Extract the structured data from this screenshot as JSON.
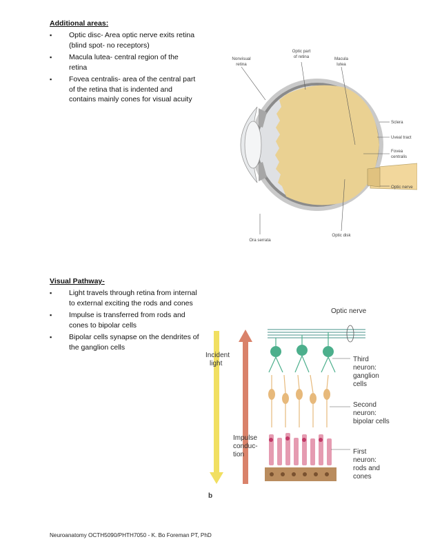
{
  "additional": {
    "title": "Additional areas:",
    "items": [
      {
        "line1": "Optic disc- Area optic nerve exits retina",
        "line2": "(blind spot- no receptors)"
      },
      {
        "line1": "Macula lutea- central region of the",
        "line2": "retina"
      },
      {
        "line1": "Fovea centralis- area of the central part",
        "line2": "of the retina that is indented and",
        "line3": "contains mainly cones for visual acuity"
      }
    ]
  },
  "visual": {
    "title": "Visual Pathway-",
    "items": [
      {
        "line1": "Light travels through retina from internal",
        "line2": "to external exciting the rods and cones"
      },
      {
        "line1": "Impulse is transferred from rods and",
        "line2": "cones to bipolar cells"
      },
      {
        "line1": "Bipolar cells synapse on the dendrites of",
        "line2": "the ganglion cells"
      }
    ]
  },
  "bullet_glyph": "▪",
  "eye_figure": {
    "labels": {
      "nonvisual_1": "Nonvisual",
      "nonvisual_2": "retina",
      "optic_part_1": "Optic part",
      "optic_part_2": "of retina",
      "macula_1": "Macula",
      "macula_2": "lutea",
      "sclera": "Sclera",
      "uveal": "Uveal tract",
      "fovea_1": "Fovea",
      "fovea_2": "centralis",
      "optic_nerve": "Optic nerve",
      "optic_disk": "Optic disk",
      "ora_serrata": "Ora serrata"
    },
    "colors": {
      "retina": "#ead192",
      "sclera": "#c9c9c9",
      "nonvisual": "#dfe1e4",
      "nerve": "#f2d79c"
    }
  },
  "retina_figure": {
    "labels": {
      "optic_nerve": "Optic nerve",
      "incident_1": "Incident",
      "incident_2": "light",
      "impulse_1": "Impulse",
      "impulse_2": "conduc-",
      "impulse_3": "tion",
      "third_1": "Third",
      "third_2": "neuron:",
      "third_3": "ganglion",
      "third_4": "cells",
      "second_1": "Second",
      "second_2": "neuron:",
      "second_3": "bipolar cells",
      "first_1": "First",
      "first_2": "neuron:",
      "first_3": "rods and",
      "first_4": "cones",
      "panel": "b"
    },
    "colors": {
      "ganglion": "#4caf8c",
      "bipolar": "#e7b97b",
      "rods": "#e59bb1",
      "light": "#f1df61",
      "impulse": "#d9826a",
      "epithelium": "#b98c5e"
    }
  },
  "footer": "Neuroanatomy OCTH5090/PHTH7050 - K. Bo Foreman PT, PhD"
}
